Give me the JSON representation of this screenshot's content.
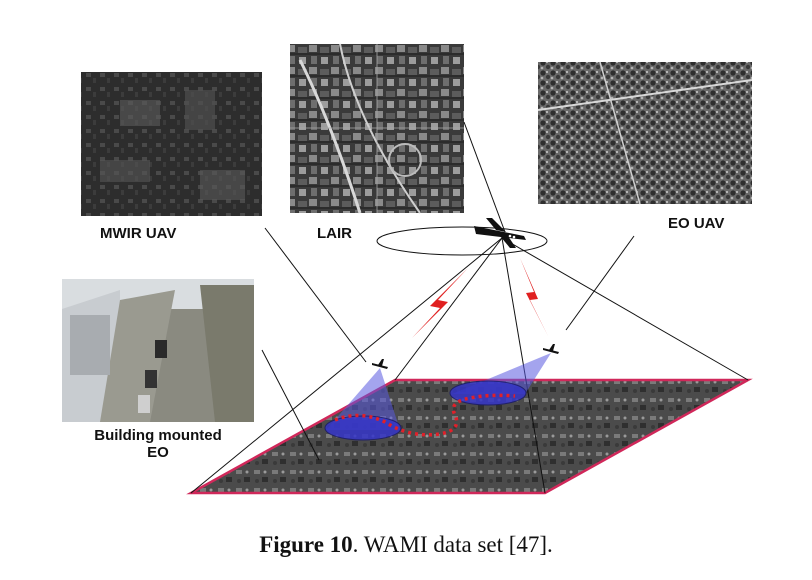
{
  "labels": {
    "mwir": "MWIR UAV",
    "lair": "LAIR",
    "eo_uav": "EO UAV",
    "building_line1": "Building mounted",
    "building_line2": "EO"
  },
  "caption": {
    "figure": "Figure 10",
    "text": ". WAMI data set [47]."
  },
  "colors": {
    "ground_border": "#d0285a",
    "track": "#e0202a",
    "cone": "#5a5ae0",
    "lightning": "#e02020"
  }
}
